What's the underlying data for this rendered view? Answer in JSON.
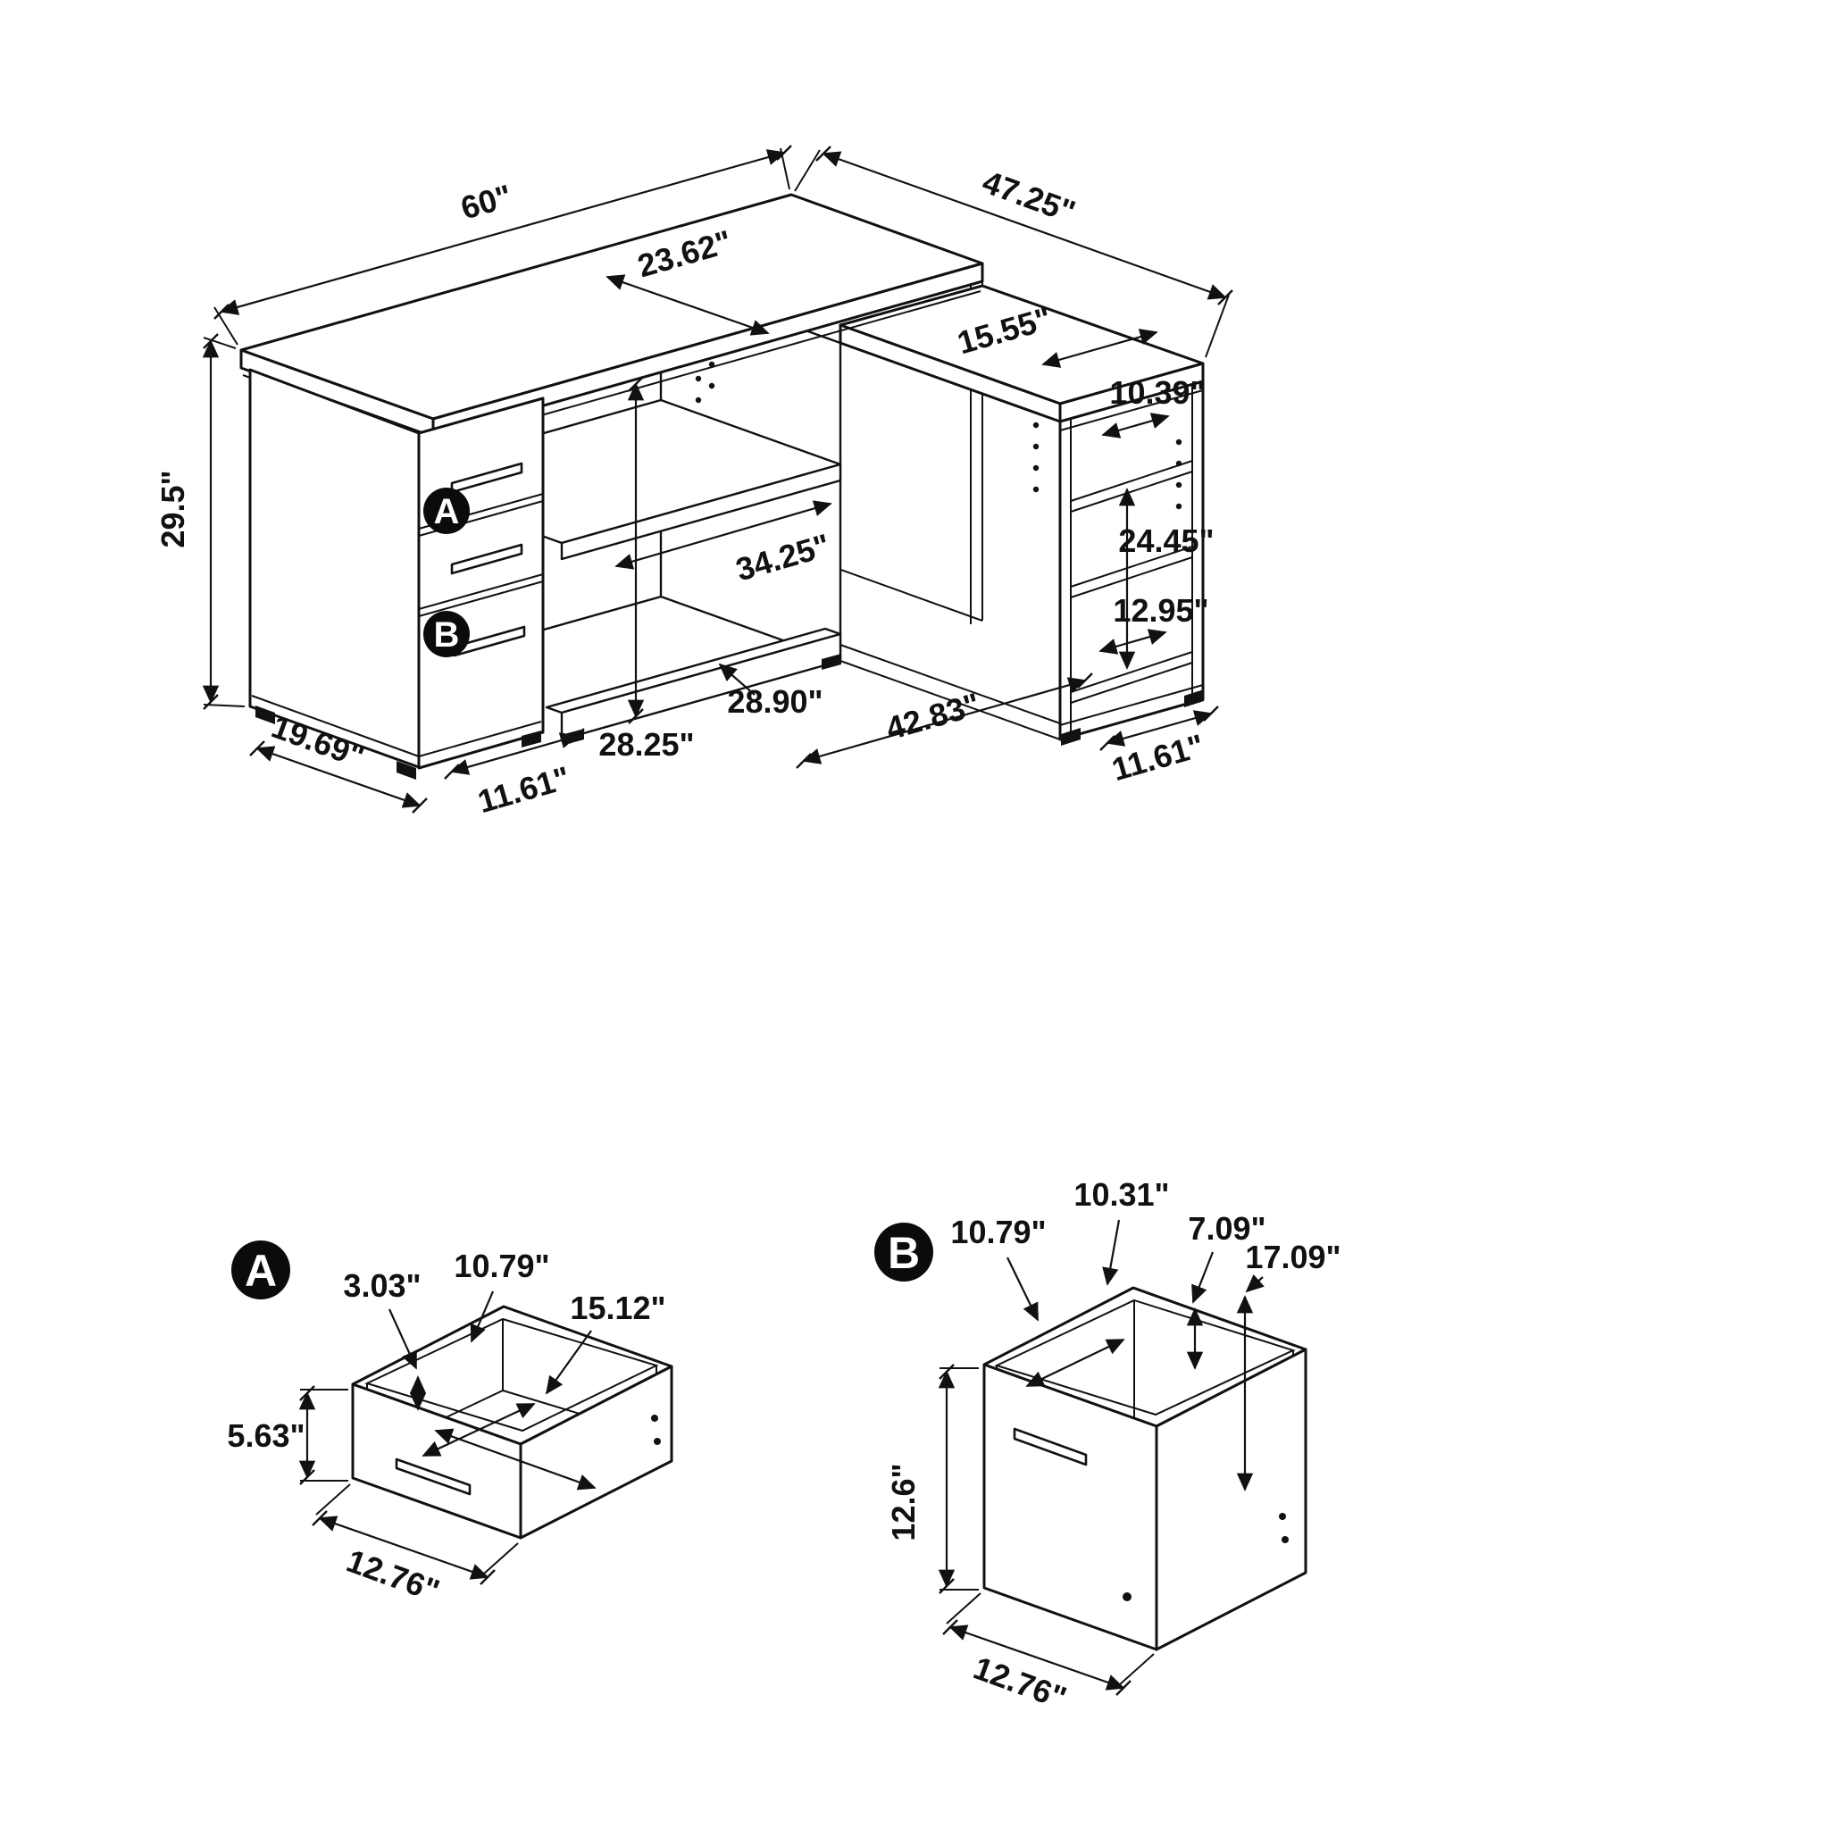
{
  "page": {
    "background": "#ffffff",
    "ink": "#111111",
    "kind": "furniture-dimension-diagram",
    "subject": "L-shaped office desk with drawer pedestal and open shelving"
  },
  "main_view": {
    "badge_a": "A",
    "badge_b": "B",
    "dims": {
      "desk_length": "60\"",
      "return_depth": "47.25\"",
      "desktop_depth": "23.62\"",
      "return_top_width": "15.55\"",
      "desk_height": "29.5\"",
      "pedestal_depth": "19.69\"",
      "pedestal_width": "11.61\"",
      "kneehole_height": "28.25\"",
      "kneehole_rail_width": "28.90\"",
      "inner_shelf_width": "34.25\"",
      "open_span": "42.83\"",
      "tower_width": "11.61\"",
      "tower_shelf_top_depth": "10.39\"",
      "tower_mid_height": "24.45\"",
      "tower_shelf_bottom_depth": "12.95\""
    }
  },
  "detail_a": {
    "badge": "A",
    "dims": {
      "rail_height": "3.03\"",
      "inner_width": "10.79\"",
      "inner_depth": "15.12\"",
      "front_height": "5.63\"",
      "width": "12.76\""
    }
  },
  "detail_b": {
    "badge": "B",
    "dims": {
      "back_width": "10.31\"",
      "back_height": "7.09\"",
      "inner_width": "10.79\"",
      "inner_depth": "17.09\"",
      "front_height": "12.6\"",
      "width": "12.76\""
    }
  }
}
